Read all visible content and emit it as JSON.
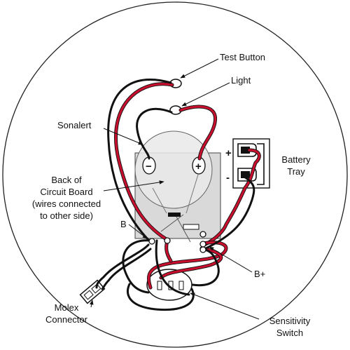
{
  "labels": {
    "test_button": "Test Button",
    "light": "Light",
    "sonalert": "Sonalert",
    "circuit_board": [
      "Back of",
      "Circuit Board",
      "(wires connected",
      "to other side)"
    ],
    "battery_tray": [
      "Battery",
      "Tray"
    ],
    "terminal_b": "B",
    "terminal_b_plus": "B+",
    "molex_connector": [
      "Molex",
      "Connector"
    ],
    "sensitivity_switch": [
      "Sensitivity",
      "Switch"
    ],
    "plus_sign": "+",
    "minus_sign": "-",
    "sonalert_minus": "−",
    "sonalert_plus": "+"
  },
  "colors": {
    "red_wire": "#c8102e",
    "black_wire": "#111111",
    "board_fill": "#d9d9d9"
  }
}
